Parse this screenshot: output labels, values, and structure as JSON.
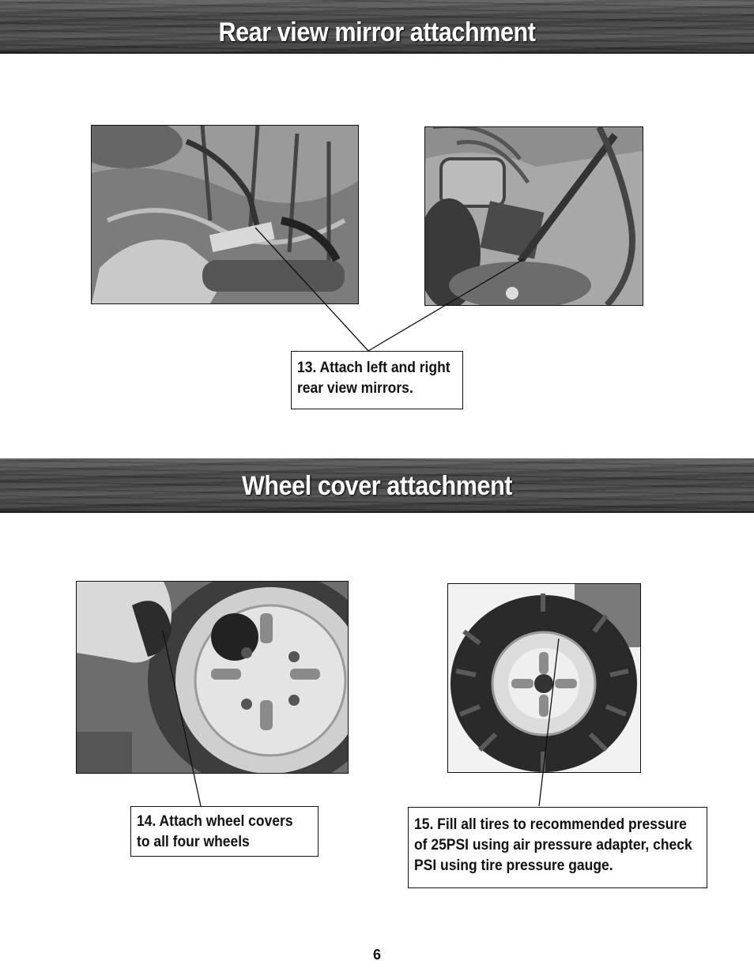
{
  "sections": {
    "mirror": {
      "title": "Rear view mirror attachment"
    },
    "wheel": {
      "title": "Wheel cover attachment"
    }
  },
  "callouts": {
    "step13": {
      "line1": "13.  Attach left and right",
      "line2": "rear view mirrors."
    },
    "step14": {
      "line1": "14.  Attach wheel covers",
      "line2": "to all four wheels"
    },
    "step15": {
      "line1": "15.  Fill all tires to recommended pressure",
      "line2": "of 25PSI using air pressure adapter, check",
      "line3": "PSI using tire pressure gauge."
    }
  },
  "page_number": "6"
}
